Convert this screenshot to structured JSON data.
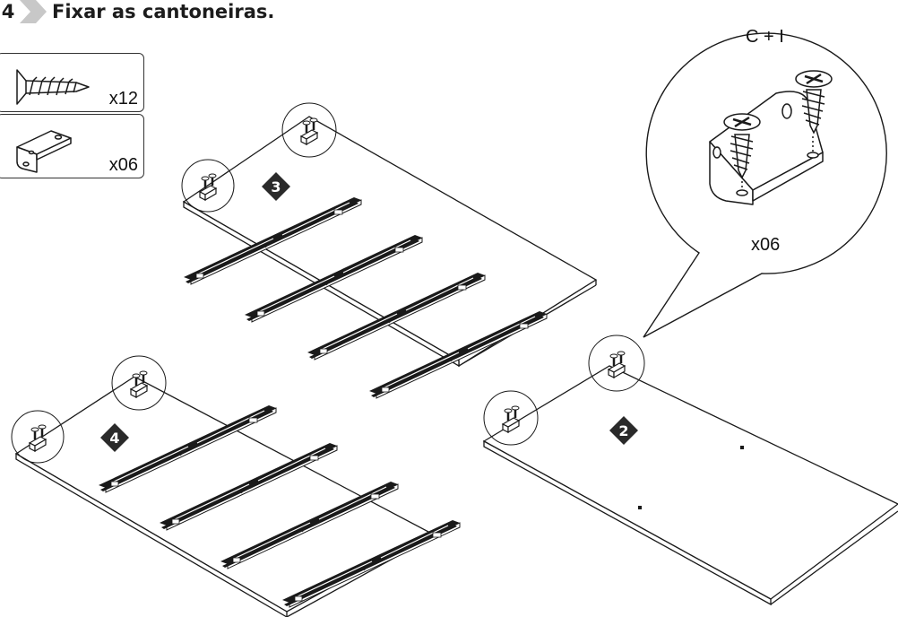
{
  "step": {
    "number": "4",
    "title": "Fixar as cantoneiras."
  },
  "parts": [
    {
      "name": "screw",
      "quantity": "x12"
    },
    {
      "name": "angle-bracket",
      "quantity": "x06"
    }
  ],
  "callout": {
    "parts_label": "C + I",
    "quantity": "x06"
  },
  "panel_markers": [
    "3",
    "4",
    "2"
  ],
  "colors": {
    "line": "#1a1a1a",
    "marker_fill": "#2a2a2a",
    "step_arrow": "#c8c8c8"
  }
}
